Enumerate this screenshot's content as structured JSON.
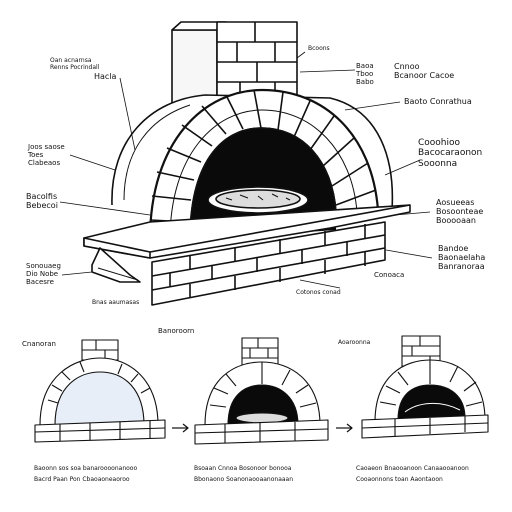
{
  "main_diagram": {
    "labels_left": [
      {
        "lines": [
          "Oan acnarnsa",
          "Renns Pocrindall",
          "Hacla"
        ]
      },
      {
        "lines": [
          "Joos saose",
          "Toes",
          "Clabeaos"
        ]
      },
      {
        "lines": [
          "Bacolfis",
          "Bebecoi"
        ]
      },
      {
        "lines": [
          "Sonouaeg",
          "Dio Nobe",
          "Bacesre"
        ]
      },
      {
        "lines": [
          "Bnas aaumasas"
        ]
      }
    ],
    "labels_right": [
      {
        "lines": [
          "Bcoons"
        ]
      },
      {
        "lines": [
          "Baoa",
          "Tboo",
          "Babo"
        ]
      },
      {
        "lines": [
          "Cnnoo",
          "Bcanoor Cacoe"
        ]
      },
      {
        "lines": [
          "Baoto Conrathua"
        ]
      },
      {
        "lines": [
          "Cooohioo",
          "Bacocaraonon",
          "Sooonna"
        ]
      },
      {
        "lines": [
          "Aosueeas",
          "Bosoonteae",
          "Booooaan"
        ]
      },
      {
        "lines": [
          "Bandoe",
          "Baonaelaha",
          "Banranoraa"
        ]
      },
      {
        "lines": [
          "Conoaca"
        ]
      },
      {
        "lines": [
          "Cotonos conad"
        ]
      }
    ]
  },
  "steps": {
    "captions": [
      "Cnanoran",
      "Banoroorn",
      "Aoaroonna"
    ],
    "notes": [
      {
        "lines": [
          "Baoonn sos soa banaroooonanooo",
          "Bacrd Paan Pon Cbaoaoneaoroo"
        ]
      },
      {
        "lines": [
          "Bsoaan Cnnoa Bosonoor bonooa",
          "Bbonaono Soanonaooaanonaaan"
        ]
      },
      {
        "lines": [
          "Caoaeon Bnaooanoon Canaaooanoon",
          "Cooaonnons toan Aaontaoon"
        ]
      }
    ]
  },
  "colors": {
    "ink": "#111111",
    "background": "#ffffff",
    "interior": "#0a0a0a",
    "fill": "#f2f2f2"
  }
}
